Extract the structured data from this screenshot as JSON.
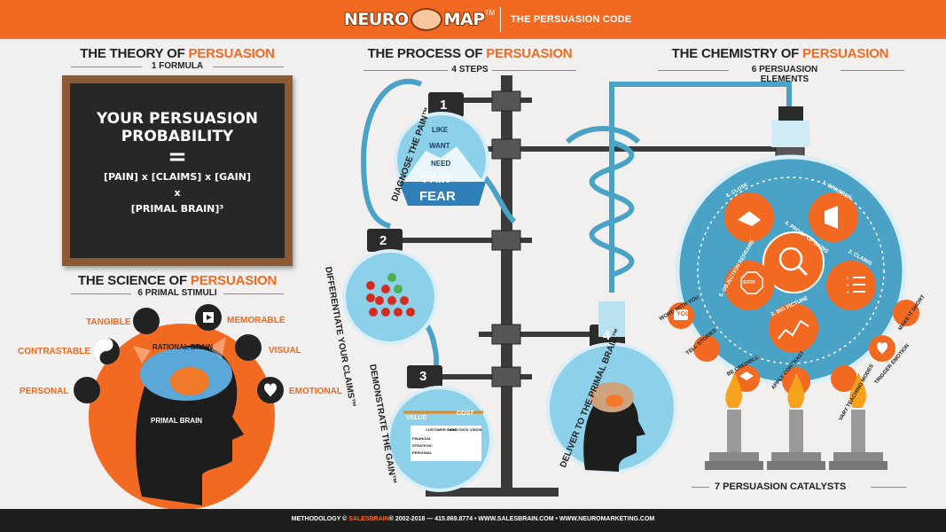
{
  "header": {
    "logo_left": "NEURO",
    "logo_right": "MAP",
    "logo_tm": "TM",
    "subtitle": "THE PERSUASION CODE"
  },
  "theory": {
    "title_a": "THE THEORY OF ",
    "title_b": "PERSUASION",
    "sub": "1 FORMULA",
    "board": {
      "line1": "YOUR PERSUASION",
      "line2": "PROBABILITY",
      "equals": "=",
      "line3": "[PAIN] x [CLAIMS] x [GAIN]",
      "times": "x",
      "line4": "[PRIMAL BRAIN]³"
    }
  },
  "science": {
    "title_a": "THE SCIENCE OF ",
    "title_b": "PERSUASION",
    "sub": "6 PRIMAL STIMULI",
    "stimuli": {
      "tangible": "TANGIBLE",
      "memorable": "MEMORABLE",
      "contrastable": "CONTRASTABLE",
      "visual": "VISUAL",
      "personal": "PERSONAL",
      "emotional": "EMOTIONAL"
    },
    "rational_brain": "RATIONAL BRAIN",
    "primal_brain": "PRIMAL BRAIN"
  },
  "process": {
    "title_a": "THE PROCESS OF ",
    "title_b": "PERSUASION",
    "sub": "4 STEPS",
    "steps": [
      {
        "num": "1",
        "label": "DIAGNOSE THE PAIN™"
      },
      {
        "num": "2",
        "label": "DIFFERENTIATE YOUR CLAIMS™"
      },
      {
        "num": "3",
        "label": "DEMONSTRATE THE GAIN™"
      },
      {
        "num": "4",
        "label": "DELIVER TO THE PRIMAL BRAIN™"
      }
    ],
    "iceberg": [
      "LIKE",
      "WANT",
      "NEED",
      "PAIN",
      "FEAR"
    ],
    "gain": {
      "value": "VALUE",
      "cost": "COST",
      "cols": [
        "CUSTOMER CASE",
        "DEMO",
        "DATA",
        "VISION"
      ],
      "rows": [
        "FINANCIAL",
        "STRATEGIC",
        "PERSONAL"
      ]
    }
  },
  "chemistry": {
    "title_a": "THE CHEMISTRY OF ",
    "title_b": "PERSUASION",
    "sub": "6 PERSUASION ELEMENTS",
    "elements": {
      "close": "6. CLOSE",
      "grabber": "1. GRABBER",
      "proof": "4. PROOF OF GAINS",
      "objection": "5. OBJECTION REFRAME",
      "claims": "2. CLAIMS",
      "big_picture": "3. BIG PICTURE"
    },
    "stop": "STOP",
    "you": "YOU",
    "list_nums": [
      "1",
      "2",
      "3"
    ],
    "catalysts": {
      "word": "WORD WITH YOU",
      "stories": "TELL STORIES",
      "credible": "BE CREDIBLE",
      "contrast": "APPLY CONTRAST",
      "teaching": "VARY TEACHING MODES",
      "emotion": "TRIGGER EMOTION",
      "short": "MAKE IT SHORT"
    },
    "catalysts_title": "7 PERSUASION CATALYSTS"
  },
  "footer": {
    "pre": "METHODOLOGY © ",
    "brand_a": "SALES",
    "brand_b": "BRAIN",
    "post": "® 2002-2018 — 415.869.8774 • WWW.SALESBRAIN.COM • WWW.NEUROMARKETING.COM"
  },
  "colors": {
    "orange": "#f26a21",
    "teal": "#4aa3c7",
    "dark": "#222222"
  }
}
